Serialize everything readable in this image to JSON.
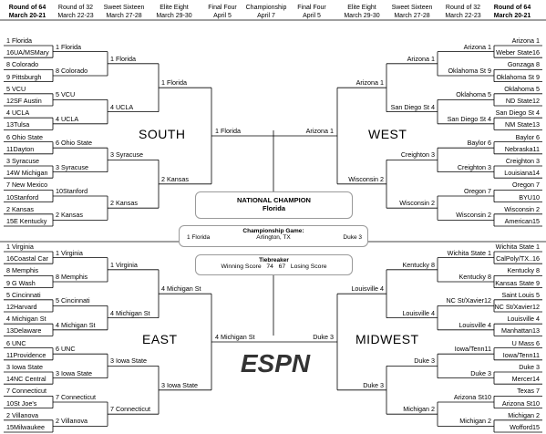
{
  "rounds": [
    {
      "name": "Round of 64",
      "date": "March 20-21",
      "bold": true
    },
    {
      "name": "Round of 32",
      "date": "March 22-23",
      "bold": false
    },
    {
      "name": "Sweet Sixteen",
      "date": "March 27-28",
      "bold": false
    },
    {
      "name": "Elite Eight",
      "date": "March 29-30",
      "bold": false
    },
    {
      "name": "Final Four",
      "date": "April 5",
      "bold": false
    },
    {
      "name": "Championship",
      "date": "April 7",
      "bold": false
    },
    {
      "name": "Final Four",
      "date": "April 5",
      "bold": false
    },
    {
      "name": "Elite Eight",
      "date": "March 29-30",
      "bold": false
    },
    {
      "name": "Sweet Sixteen",
      "date": "March 27-28",
      "bold": false
    },
    {
      "name": "Round of 32",
      "date": "March 22-23",
      "bold": false
    },
    {
      "name": "Round of 64",
      "date": "March 20-21",
      "bold": true
    }
  ],
  "regions": {
    "south": "SOUTH",
    "west": "WEST",
    "east": "EAST",
    "midwest": "MIDWEST"
  },
  "south": {
    "r64": [
      "1 Florida",
      "16UA/MSMary",
      "8 Colorado",
      "9 Pittsburgh",
      "5 VCU",
      "12SF Austin",
      "4 UCLA",
      "13Tulsa",
      "6 Ohio State",
      "11Dayton",
      "3 Syracuse",
      "14W Michigan",
      "7 New Mexico",
      "10Stanford",
      "2 Kansas",
      "15E Kentucky"
    ],
    "r32": [
      "1 Florida",
      "8 Colorado",
      "5 VCU",
      "4 UCLA",
      "6 Ohio State",
      "3 Syracuse",
      "10Stanford",
      "2 Kansas"
    ],
    "s16": [
      "1 Florida",
      "4 UCLA",
      "3 Syracuse",
      "2 Kansas"
    ],
    "e8": [
      "1 Florida",
      "2 Kansas"
    ],
    "f4": "1 Florida"
  },
  "east": {
    "r64": [
      "1 Virginia",
      "16Coastal Car",
      "8 Memphis",
      "9 G Wash",
      "5 Cincinnati",
      "12Harvard",
      "4 Michigan St",
      "13Delaware",
      "6 UNC",
      "11Providence",
      "3 Iowa State",
      "14NC Central",
      "7 Connecticut",
      "10St Joe's",
      "2 Villanova",
      "15Milwaukee"
    ],
    "r32": [
      "1 Virginia",
      "8 Memphis",
      "5 Cincinnati",
      "4 Michigan St",
      "6 UNC",
      "3 Iowa State",
      "7 Connecticut",
      "2 Villanova"
    ],
    "s16": [
      "1 Virginia",
      "4 Michigan St",
      "3 Iowa State",
      "7 Connecticut"
    ],
    "e8": [
      "4 Michigan St",
      "3 Iowa State"
    ],
    "f4": "4 Michigan St"
  },
  "west": {
    "r64": [
      "Arizona 1",
      "Weber State16",
      "Gonzaga 8",
      "Oklahoma St 9",
      "Oklahoma 5",
      "ND State12",
      "San Diego St 4",
      "NM State13",
      "Baylor 6",
      "Nebraska11",
      "Creighton 3",
      "Louisiana14",
      "Oregon 7",
      "BYU10",
      "Wisconsin 2",
      "American15"
    ],
    "r32": [
      "Arizona 1",
      "Oklahoma St 9",
      "Oklahoma 5",
      "San Diego St 4",
      "Baylor 6",
      "Creighton 3",
      "Oregon 7",
      "Wisconsin 2"
    ],
    "s16": [
      "Arizona 1",
      "San Diego St 4",
      "Creighton 3",
      "Wisconsin 2"
    ],
    "e8": [
      "Arizona 1",
      "Wisconsin 2"
    ],
    "f4": "Arizona 1"
  },
  "midwest": {
    "r64": [
      "Wichita State 1",
      "CalPoly/TX..16",
      "Kentucky 8",
      "Kansas State 9",
      "Saint Louis 5",
      "NC St/Xavier12",
      "Louisville 4",
      "Manhattan13",
      "U Mass 6",
      "Iowa/Tenn11",
      "Duke 3",
      "Mercer14",
      "Texas 7",
      "Arizona St10",
      "Michigan 2",
      "Wofford15"
    ],
    "r32": [
      "Wichita State 1",
      "Kentucky 8",
      "NC St/Xavier12",
      "Louisville 4",
      "Iowa/Tenn11",
      "Duke 3",
      "Arizona St10",
      "Michigan 2"
    ],
    "s16": [
      "Kentucky 8",
      "Louisville 4",
      "Duke 3",
      "Michigan 2"
    ],
    "e8": [
      "Louisville 4",
      "Duke 3"
    ],
    "f4": "Duke 3"
  },
  "champion": {
    "title": "NATIONAL CHAMPION",
    "team": "Florida"
  },
  "championship_game": {
    "title": "Championship Game:",
    "location": "Arlington, TX",
    "team1": "1 Florida",
    "team2": "Duke 3"
  },
  "tiebreaker": {
    "title": "Tiebreaker",
    "winning_label": "Winning Score",
    "winning_score": "74",
    "losing_score": "67",
    "losing_label": "Losing Score"
  },
  "logo": {
    "text": "ESPN"
  }
}
